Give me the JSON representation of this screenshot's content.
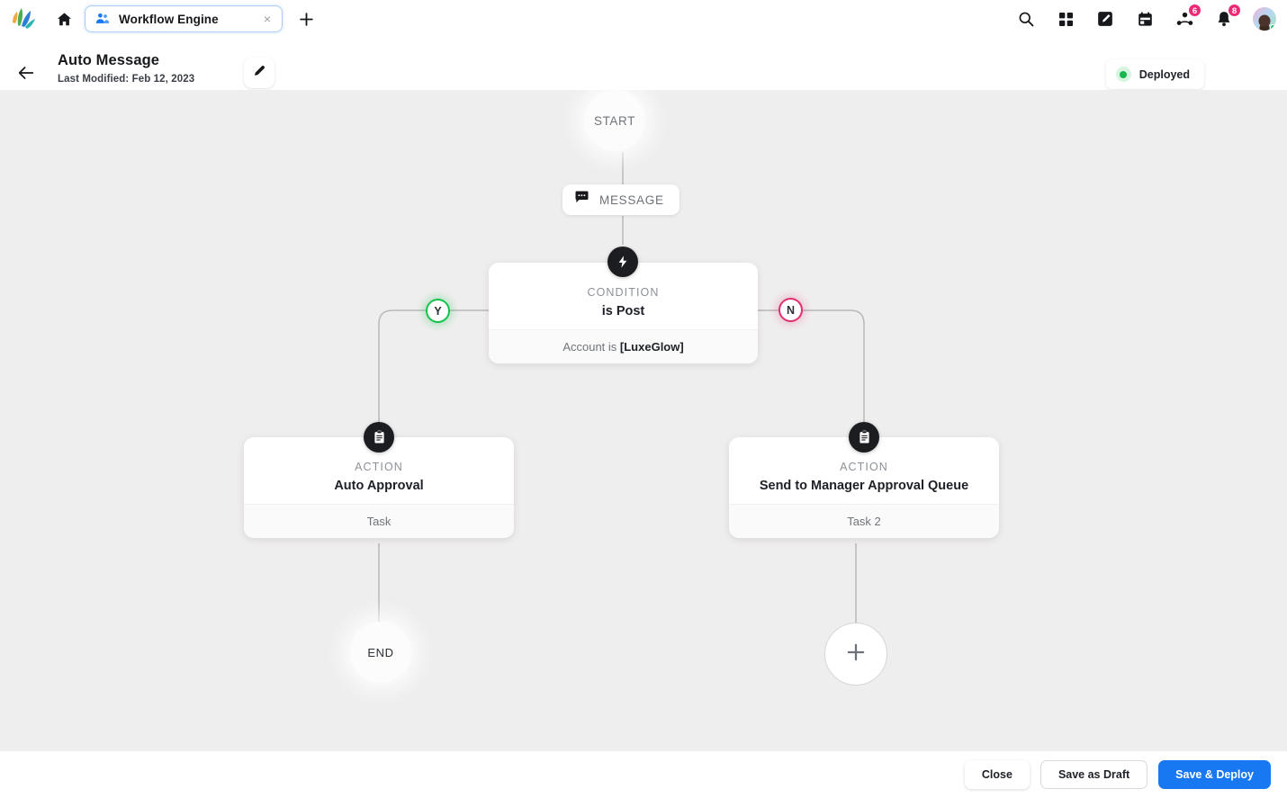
{
  "chrome": {
    "logo_name": "zoho-logo",
    "home_label": "home-icon",
    "tab": {
      "title": "Workflow Engine",
      "icon": "people-icon",
      "close_label": "×"
    },
    "new_tab_label": "+",
    "right_icons": [
      {
        "name": "search-icon",
        "badge": ""
      },
      {
        "name": "apps-grid-icon",
        "badge": ""
      },
      {
        "name": "compose-icon",
        "badge": ""
      },
      {
        "name": "calendar-icon",
        "badge": ""
      },
      {
        "name": "people-network-icon",
        "badge": "6"
      },
      {
        "name": "bell-icon",
        "badge": "8"
      }
    ]
  },
  "header": {
    "back_label": "back-arrow",
    "title": "Auto Message",
    "subtitle": "Last Modified: Feb 12, 2023",
    "edit_label": "edit-icon",
    "status": {
      "label": "Deployed",
      "dot_color": "#17b74f",
      "dot_bg": "#d8f5e2"
    }
  },
  "flow": {
    "start": {
      "label": "START"
    },
    "message": {
      "label": "MESSAGE",
      "icon": "chat-bubble-icon"
    },
    "condition": {
      "kind": "CONDITION",
      "name": "is Post",
      "foot_prefix": "Account is ",
      "foot_value": "[LuxeGlow]",
      "icon": "lightning-bolt-icon"
    },
    "branch_yes": {
      "label": "Y",
      "color": "#14c24d"
    },
    "branch_no": {
      "label": "N",
      "color": "#e03070"
    },
    "action_left": {
      "kind": "ACTION",
      "name": "Auto Approval",
      "foot": "Task",
      "icon": "clipboard-icon"
    },
    "action_right": {
      "kind": "ACTION",
      "name": "Send to Manager Approval Queue",
      "foot": "Task 2",
      "icon": "clipboard-icon"
    },
    "end": {
      "label": "END"
    },
    "add_node": {
      "label": "+"
    }
  },
  "footer": {
    "close_label": "Close",
    "draft_label": "Save as Draft",
    "deploy_label": "Save & Deploy",
    "primary_color": "#1778f2"
  }
}
